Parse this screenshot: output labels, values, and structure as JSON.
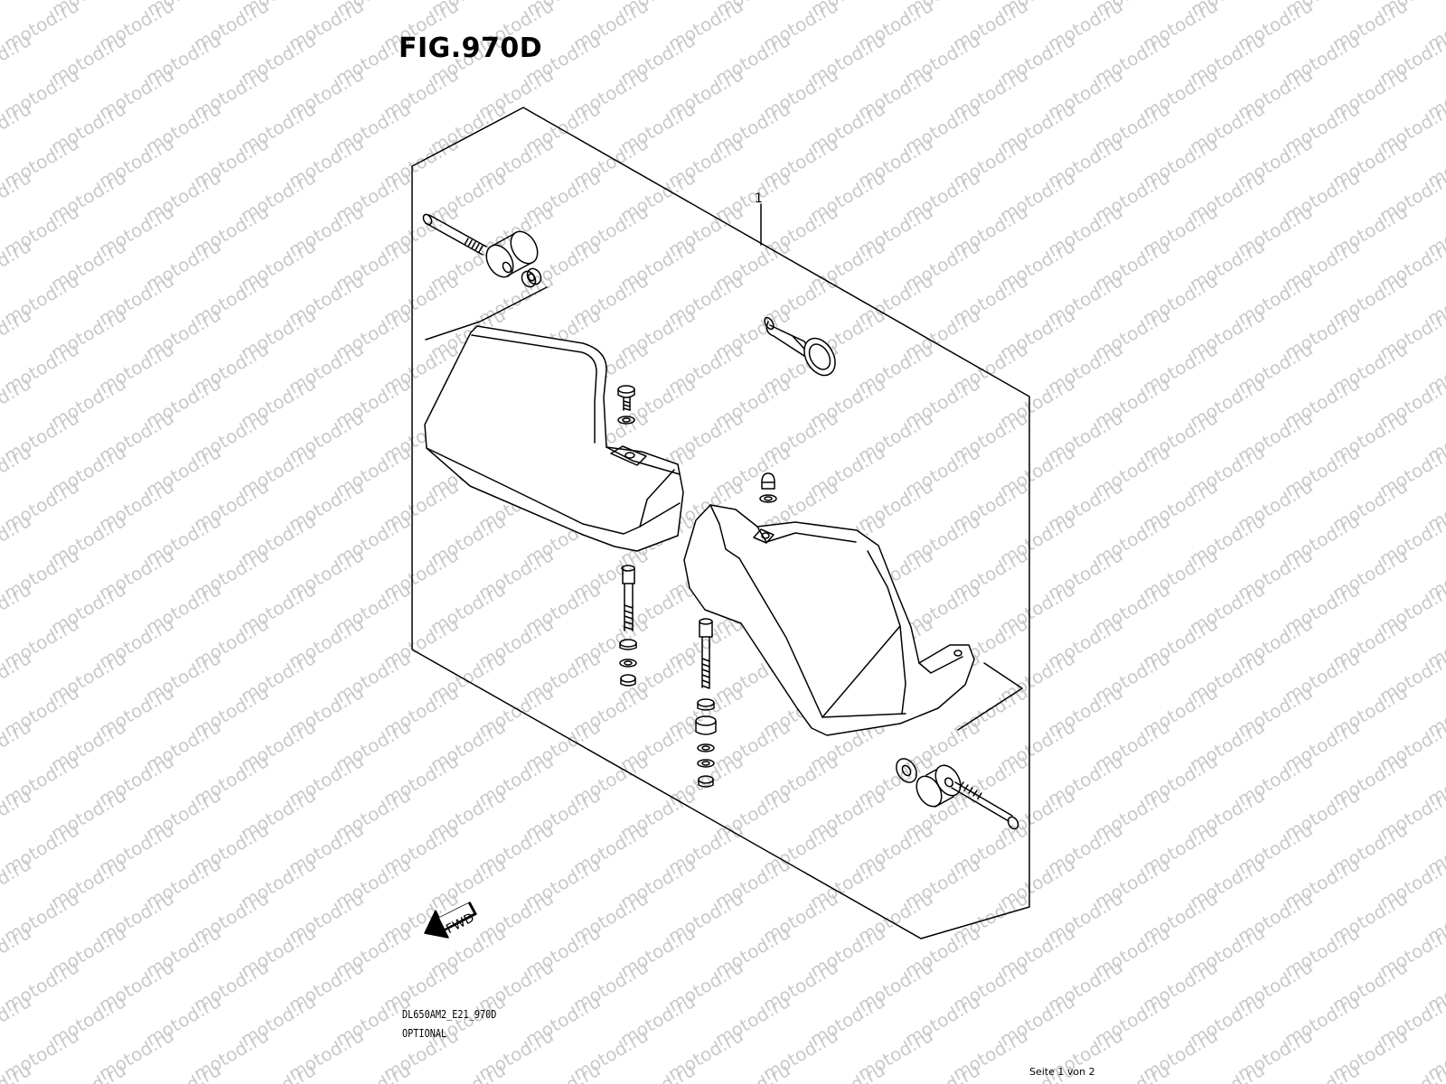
{
  "figure": {
    "title": "FIG.970D",
    "callout": "1",
    "direction_label": "FWD",
    "model_code": "DL650AM2_E21_970D",
    "note": "OPTIONAL"
  },
  "footer": {
    "page": "Seite 1 von 2"
  },
  "watermark": {
    "text": "motod.ru",
    "color": "#c9c9c9"
  },
  "icons": {
    "direction": "fwd-arrow-icon"
  }
}
